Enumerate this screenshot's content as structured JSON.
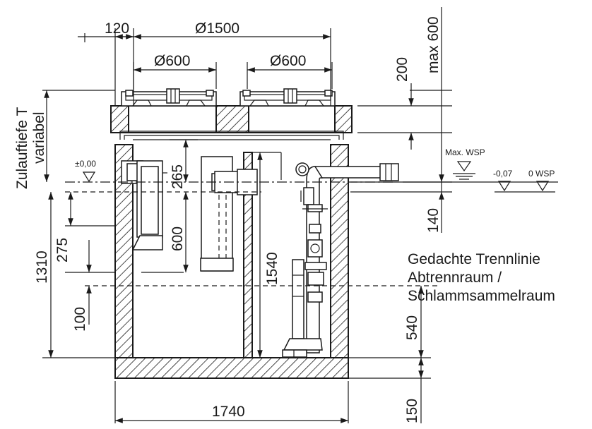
{
  "dimensions": {
    "wall_120": "120",
    "diameter_1500": "Ø1500",
    "diameter_600_left": "Ø600",
    "diameter_600_right": "Ø600",
    "cover_200": "200",
    "max_600": "max 600",
    "inlet_depth": "Zulauftiefe T",
    "inlet_depth_variable": "variabel",
    "level_zero": "±0,00",
    "dim_265": "265",
    "dim_600": "600",
    "dim_1540": "1540",
    "dim_1310": "1310",
    "dim_275": "275",
    "dim_100": "100",
    "dim_140": "140",
    "dim_540": "540",
    "dim_1740": "1740",
    "dim_150": "150"
  },
  "water_levels": {
    "max_wsp": "Max. WSP",
    "minus_007": "-0,07",
    "zero_wsp": "0 WSP"
  },
  "annotations": {
    "divider_line1": "Gedachte Trennlinie",
    "divider_line2": "Abtrennraum /",
    "divider_line3": "Schlammsammelraum"
  }
}
